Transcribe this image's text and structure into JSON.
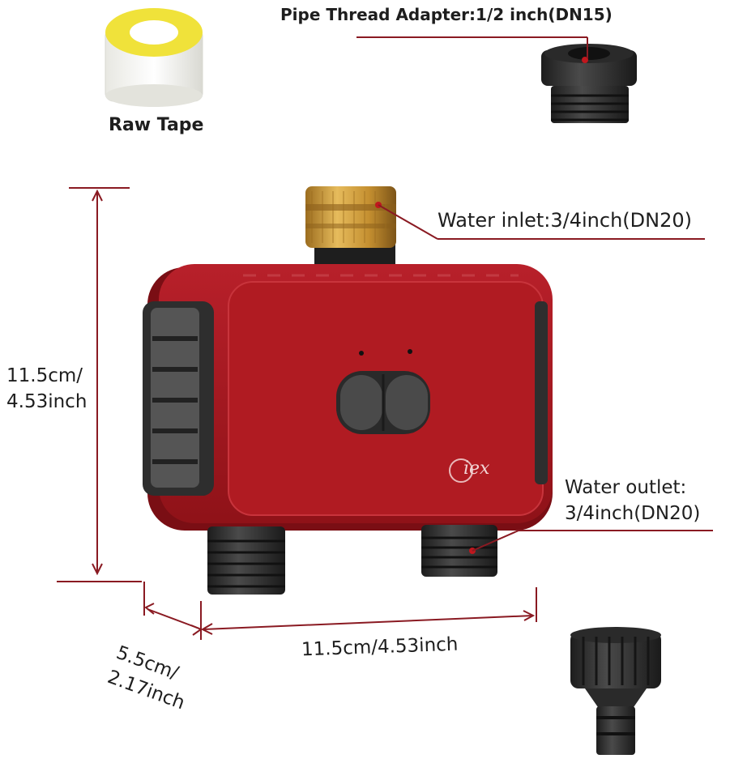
{
  "labels": {
    "raw_tape": "Raw Tape",
    "adapter": "Pipe Thread Adapter:1/2 inch(DN15)",
    "water_inlet": "Water inlet:3/4inch(DN20)",
    "water_outlet_1": "Water outlet:",
    "water_outlet_2": "3/4inch(DN20)",
    "height_1": "11.5cm/",
    "height_2": "4.53inch",
    "width": "11.5cm/4.53inch",
    "depth_1": "5.5cm/",
    "depth_2": "2.17inch"
  },
  "brand": {
    "logo": "iex"
  },
  "colors": {
    "body": "#a3151c",
    "panel": "#b01b22",
    "accent_line": "#8a1a22",
    "brass": "#c99a3c",
    "grip": "#3a3a3a",
    "tape_yellow": "#f3e43a"
  },
  "icons": [
    "raw-tape-icon",
    "adapter-icon",
    "timer-device",
    "quick-connector-icon"
  ]
}
